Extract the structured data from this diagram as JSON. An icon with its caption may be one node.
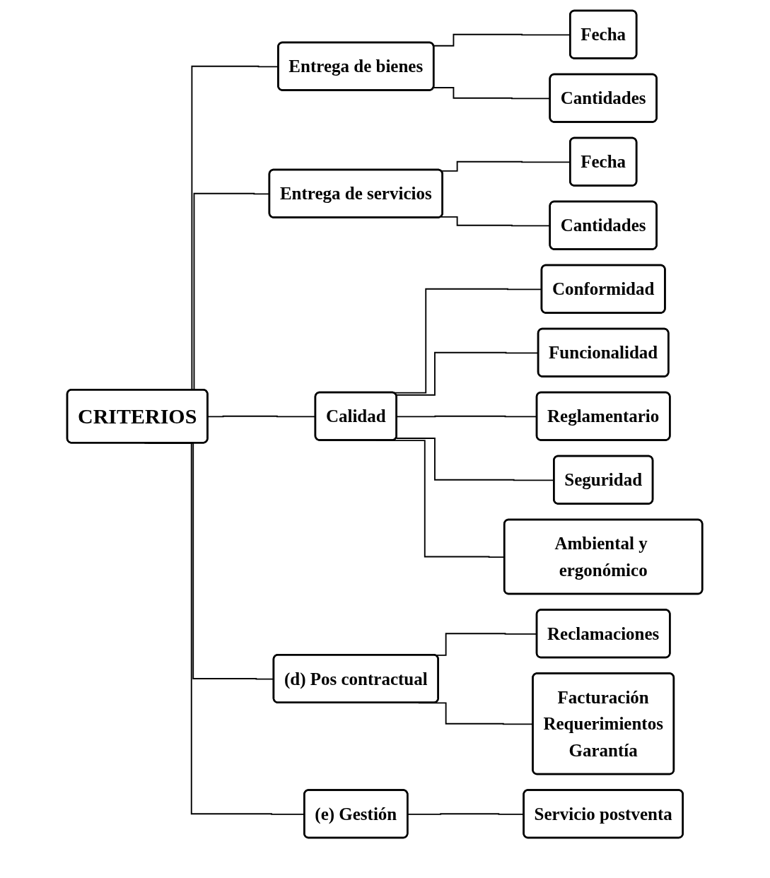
{
  "diagram": {
    "nodes": [
      {
        "text": [
          "CRITERIOS"
        ]
      },
      {
        "text": [
          "Entrega de bienes"
        ]
      },
      {
        "text": [
          "Fecha"
        ]
      },
      {
        "text": [
          "Cantidades"
        ]
      },
      {
        "text": [
          "Entrega de servicios"
        ]
      },
      {
        "text": [
          "Fecha"
        ]
      },
      {
        "text": [
          "Cantidades"
        ]
      },
      {
        "text": [
          "Calidad"
        ]
      },
      {
        "text": [
          "Conformidad"
        ]
      },
      {
        "text": [
          "Funcionalidad"
        ]
      },
      {
        "text": [
          "Reglamentario"
        ]
      },
      {
        "text": [
          "Seguridad"
        ]
      },
      {
        "text": [
          "Ambiental y ergonómico"
        ]
      },
      {
        "text": [
          "(d) Pos contractual"
        ]
      },
      {
        "text": [
          "Reclamaciones"
        ]
      },
      {
        "text": [
          "Facturación",
          "Requerimientos",
          "Garantía"
        ]
      },
      {
        "text": [
          "(e) Gestión"
        ]
      },
      {
        "text": [
          "Servicio postventa"
        ]
      }
    ],
    "edges": [
      {
        "from": 0,
        "to": 1,
        "arrow": "none"
      },
      {
        "from": 0,
        "to": 4,
        "arrow": "none"
      },
      {
        "from": 0,
        "to": 7,
        "arrow": "none"
      },
      {
        "from": 0,
        "to": 13,
        "arrow": "none"
      },
      {
        "from": 0,
        "to": 16,
        "arrow": "none"
      },
      {
        "from": 1,
        "to": 2,
        "arrow": "none"
      },
      {
        "from": 1,
        "to": 3,
        "arrow": "none"
      },
      {
        "from": 4,
        "to": 5,
        "arrow": "none"
      },
      {
        "from": 4,
        "to": 6,
        "arrow": "none"
      },
      {
        "from": 7,
        "to": 8,
        "arrow": "none"
      },
      {
        "from": 7,
        "to": 9,
        "arrow": "none"
      },
      {
        "from": 7,
        "to": 10,
        "arrow": "none"
      },
      {
        "from": 7,
        "to": 11,
        "arrow": "none"
      },
      {
        "from": 7,
        "to": 12,
        "arrow": "none"
      },
      {
        "from": 13,
        "to": 14,
        "arrow": "none"
      },
      {
        "from": 13,
        "to": 15,
        "arrow": "none"
      },
      {
        "from": 16,
        "to": 17,
        "arrow": "none"
      }
    ]
  }
}
